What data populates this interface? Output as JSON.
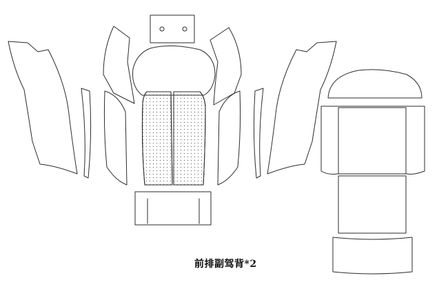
{
  "caption": {
    "text": "前排副驾背*2"
  },
  "colors": {
    "stroke": "#2b2b2b",
    "background": "#ffffff",
    "perforation_dot": "#555555"
  },
  "pattern_pieces": [
    "left-outer-side-panel",
    "left-thin-strip",
    "left-side-bolster",
    "headrest-top",
    "headrest-shoulder",
    "center-seatback-perforated-left",
    "center-seatback-perforated-right",
    "right-side-bolster",
    "lower-seat-panel",
    "right-thin-strip",
    "right-outer-side-panel",
    "back-cover-top-arch",
    "back-cover-main-panel",
    "back-cover-lower-panel",
    "back-cover-bottom-panel"
  ]
}
